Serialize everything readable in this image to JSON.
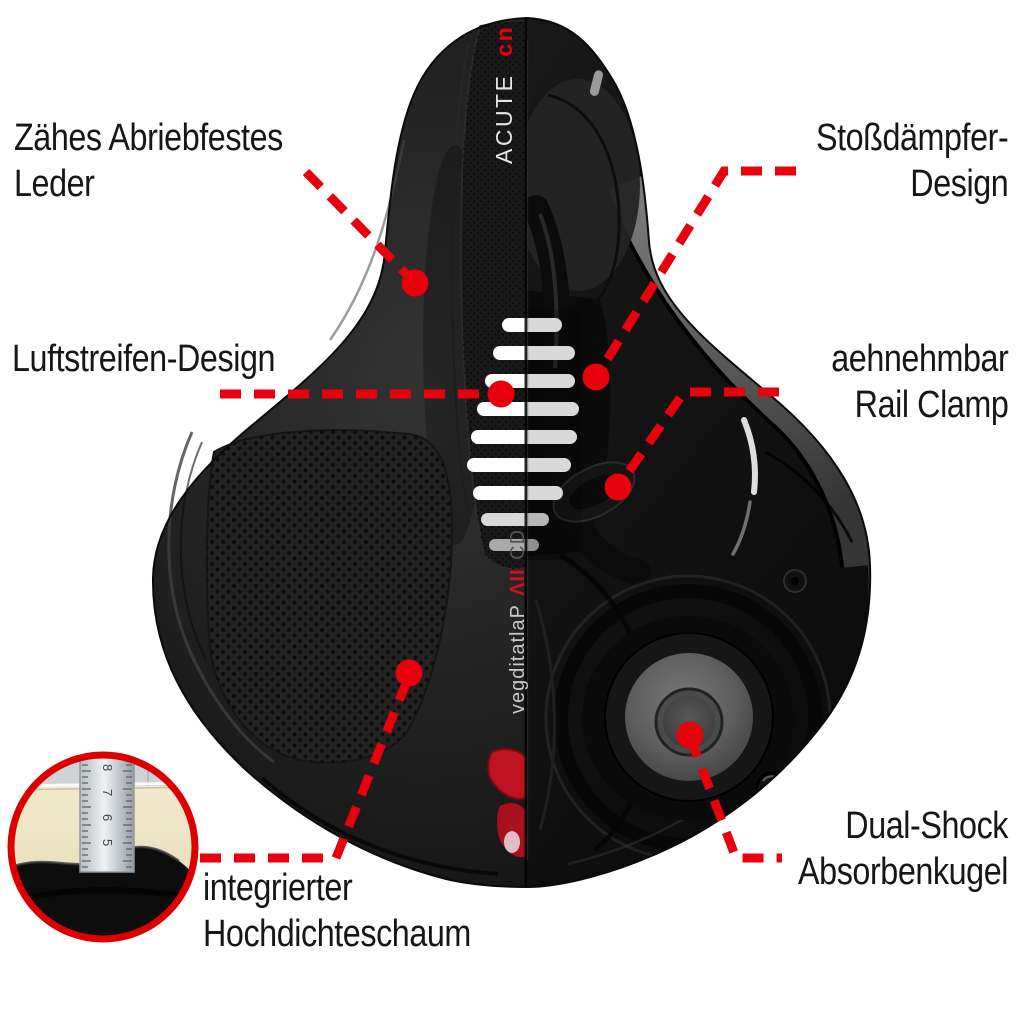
{
  "colors": {
    "background": "#ffffff",
    "accent_red": "#e8000d",
    "label_text": "#161616",
    "saddle_black": "#1a1a1a"
  },
  "callouts": [
    {
      "id": "leather",
      "line1": "Zähes Abriebfestes",
      "line2": "Leder"
    },
    {
      "id": "shock-absorber",
      "line1": "Stoßdämpfer-",
      "line2": "Design"
    },
    {
      "id": "air-stripe",
      "line1": "Luftstreifen-Design"
    },
    {
      "id": "rail-clamp",
      "line1": "aehnehmbar",
      "line2": "Rail Clamp"
    },
    {
      "id": "foam",
      "line1": "integrierter",
      "line2": "Hochdichteschaum"
    },
    {
      "id": "dual-shock",
      "line1": "Dual-Shock",
      "line2": "Absorbenkugel"
    }
  ],
  "saddle": {
    "brand_top": {
      "white": "ACUTE",
      "red": "cn"
    },
    "brand_mid": {
      "white": "vegditatlaP",
      "red": "ΛII",
      "gray": "CD"
    }
  },
  "inset": {
    "ruler_numbers": [
      "8",
      "7",
      "6",
      "5"
    ]
  }
}
